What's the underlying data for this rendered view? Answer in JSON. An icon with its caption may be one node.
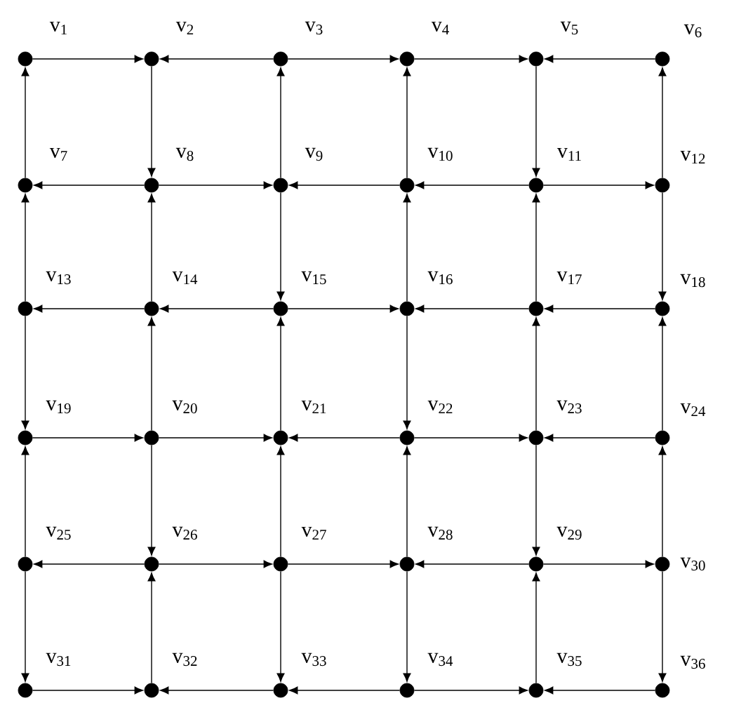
{
  "diagram": {
    "nodes": [
      {
        "text": [],
        "shape": "circle",
        "beside": [
          "v$_{1}$"
        ]
      },
      {
        "text": [],
        "shape": "circle",
        "beside": [
          "v$_{2}$"
        ]
      },
      {
        "text": [],
        "shape": "circle",
        "beside": [
          "v$_{3}$"
        ]
      },
      {
        "text": [],
        "shape": "circle",
        "beside": [
          "v$_{4}$"
        ]
      },
      {
        "text": [],
        "shape": "circle",
        "beside": [
          "v$_{5}$"
        ]
      },
      {
        "text": [],
        "shape": "circle",
        "beside": [
          "v$_{6}$"
        ]
      },
      {
        "text": [],
        "shape": "circle",
        "beside": [
          "v$_{7}$"
        ]
      },
      {
        "text": [],
        "shape": "circle",
        "beside": [
          "v$_{8}$"
        ]
      },
      {
        "text": [],
        "shape": "circle",
        "beside": [
          "v$_{9}$"
        ]
      },
      {
        "text": [],
        "shape": "circle",
        "beside": [
          "v$_{10}$"
        ]
      },
      {
        "text": [],
        "shape": "circle",
        "beside": [
          "v$_{11}$"
        ]
      },
      {
        "text": [],
        "shape": "circle",
        "beside": [
          "v$_{12}$"
        ]
      },
      {
        "text": [],
        "shape": "circle",
        "beside": [
          "v$_{13}$"
        ]
      },
      {
        "text": [],
        "shape": "circle",
        "beside": [
          "v$_{14}$"
        ]
      },
      {
        "text": [],
        "shape": "circle",
        "beside": [
          "v$_{15}$"
        ]
      },
      {
        "text": [],
        "shape": "circle",
        "beside": [
          "v$_{16}$"
        ]
      },
      {
        "text": [],
        "shape": "circle",
        "beside": [
          "v$_{17}$"
        ]
      },
      {
        "text": [],
        "shape": "circle",
        "beside": [
          "v$_{18}$"
        ]
      },
      {
        "text": [],
        "shape": "circle",
        "beside": [
          "v$_{19}$"
        ]
      },
      {
        "text": [],
        "shape": "circle",
        "beside": [
          "v$_{20}$"
        ]
      },
      {
        "text": [],
        "shape": "circle",
        "beside": [
          "v$_{21}$"
        ]
      },
      {
        "text": [],
        "shape": "circle",
        "beside": [
          "v$_{22}$"
        ]
      },
      {
        "text": [],
        "shape": "circle",
        "beside": [
          "v$_{23}$"
        ]
      },
      {
        "text": [],
        "shape": "circle",
        "beside": [
          "v$_{24}$"
        ]
      },
      {
        "text": [],
        "shape": "circle",
        "beside": [
          "v$_{25}$"
        ]
      },
      {
        "text": [],
        "shape": "circle",
        "beside": [
          "v$_{26}$"
        ]
      },
      {
        "text": [],
        "shape": "circle",
        "beside": [
          "v$_{27}$"
        ]
      },
      {
        "text": [],
        "shape": "circle",
        "beside": [
          "v$_{28}$"
        ]
      },
      {
        "text": [],
        "shape": "circle",
        "beside": [
          "v$_{29}$"
        ]
      },
      {
        "text": [],
        "shape": "circle",
        "beside": [
          "v$_{30}$"
        ]
      },
      {
        "text": [],
        "shape": "circle",
        "beside": [
          "v$_{31}$"
        ]
      },
      {
        "text": [],
        "shape": "circle",
        "beside": [
          "v$_{32}$"
        ]
      },
      {
        "text": [],
        "shape": "circle",
        "beside": [
          "v$_{33}$"
        ]
      },
      {
        "text": [],
        "shape": "circle",
        "beside": [
          "v$_{34}$"
        ]
      },
      {
        "text": [],
        "shape": "circle",
        "beside": [
          "v$_{35}$"
        ]
      },
      {
        "text": [],
        "shape": "circle",
        "beside": [
          "v$_{36}$"
        ]
      }
    ],
    "edges": [
      {
        "from": 0,
        "to": 1,
        "arrow": "to"
      },
      {
        "from": 2,
        "to": 1,
        "arrow": "to"
      },
      {
        "from": 2,
        "to": 3,
        "arrow": "to"
      },
      {
        "from": 3,
        "to": 4,
        "arrow": "to"
      },
      {
        "from": 5,
        "to": 4,
        "arrow": "to"
      },
      {
        "from": 6,
        "to": 0,
        "arrow": "to"
      },
      {
        "from": 1,
        "to": 7,
        "arrow": "to"
      },
      {
        "from": 8,
        "to": 2,
        "arrow": "to"
      },
      {
        "from": 9,
        "to": 3,
        "arrow": "to"
      },
      {
        "from": 4,
        "to": 10,
        "arrow": "to"
      },
      {
        "from": 11,
        "to": 5,
        "arrow": "to"
      },
      {
        "from": 7,
        "to": 6,
        "arrow": "to"
      },
      {
        "from": 7,
        "to": 8,
        "arrow": "to"
      },
      {
        "from": 9,
        "to": 8,
        "arrow": "to"
      },
      {
        "from": 10,
        "to": 9,
        "arrow": "to"
      },
      {
        "from": 10,
        "to": 11,
        "arrow": "to"
      },
      {
        "from": 12,
        "to": 6,
        "arrow": "to"
      },
      {
        "from": 13,
        "to": 7,
        "arrow": "to"
      },
      {
        "from": 8,
        "to": 14,
        "arrow": "to"
      },
      {
        "from": 15,
        "to": 9,
        "arrow": "to"
      },
      {
        "from": 16,
        "to": 10,
        "arrow": "to"
      },
      {
        "from": 11,
        "to": 17,
        "arrow": "to"
      },
      {
        "from": 13,
        "to": 12,
        "arrow": "to"
      },
      {
        "from": 14,
        "to": 13,
        "arrow": "to"
      },
      {
        "from": 14,
        "to": 15,
        "arrow": "to"
      },
      {
        "from": 16,
        "to": 15,
        "arrow": "to"
      },
      {
        "from": 17,
        "to": 16,
        "arrow": "to"
      },
      {
        "from": 12,
        "to": 18,
        "arrow": "to"
      },
      {
        "from": 19,
        "to": 13,
        "arrow": "to"
      },
      {
        "from": 20,
        "to": 14,
        "arrow": "to"
      },
      {
        "from": 15,
        "to": 21,
        "arrow": "to"
      },
      {
        "from": 22,
        "to": 16,
        "arrow": "to"
      },
      {
        "from": 23,
        "to": 17,
        "arrow": "to"
      },
      {
        "from": 18,
        "to": 19,
        "arrow": "to"
      },
      {
        "from": 19,
        "to": 20,
        "arrow": "to"
      },
      {
        "from": 21,
        "to": 20,
        "arrow": "to"
      },
      {
        "from": 21,
        "to": 22,
        "arrow": "to"
      },
      {
        "from": 23,
        "to": 22,
        "arrow": "to"
      },
      {
        "from": 24,
        "to": 18,
        "arrow": "to"
      },
      {
        "from": 19,
        "to": 25,
        "arrow": "to"
      },
      {
        "from": 26,
        "to": 20,
        "arrow": "to"
      },
      {
        "from": 27,
        "to": 21,
        "arrow": "to"
      },
      {
        "from": 22,
        "to": 28,
        "arrow": "to"
      },
      {
        "from": 29,
        "to": 23,
        "arrow": "to"
      },
      {
        "from": 25,
        "to": 24,
        "arrow": "to"
      },
      {
        "from": 25,
        "to": 26,
        "arrow": "to"
      },
      {
        "from": 26,
        "to": 27,
        "arrow": "to"
      },
      {
        "from": 28,
        "to": 27,
        "arrow": "to"
      },
      {
        "from": 28,
        "to": 29,
        "arrow": "to"
      },
      {
        "from": 24,
        "to": 30,
        "arrow": "to"
      },
      {
        "from": 31,
        "to": 25,
        "arrow": "to"
      },
      {
        "from": 26,
        "to": 32,
        "arrow": "to"
      },
      {
        "from": 27,
        "to": 33,
        "arrow": "to"
      },
      {
        "from": 34,
        "to": 28,
        "arrow": "to"
      },
      {
        "from": 29,
        "to": 35,
        "arrow": "to"
      },
      {
        "from": 30,
        "to": 31,
        "arrow": "to"
      },
      {
        "from": 32,
        "to": 31,
        "arrow": "to"
      },
      {
        "from": 33,
        "to": 32,
        "arrow": "to"
      },
      {
        "from": 33,
        "to": 34,
        "arrow": "to"
      },
      {
        "from": 35,
        "to": 34,
        "arrow": "to"
      }
    ]
  }
}
